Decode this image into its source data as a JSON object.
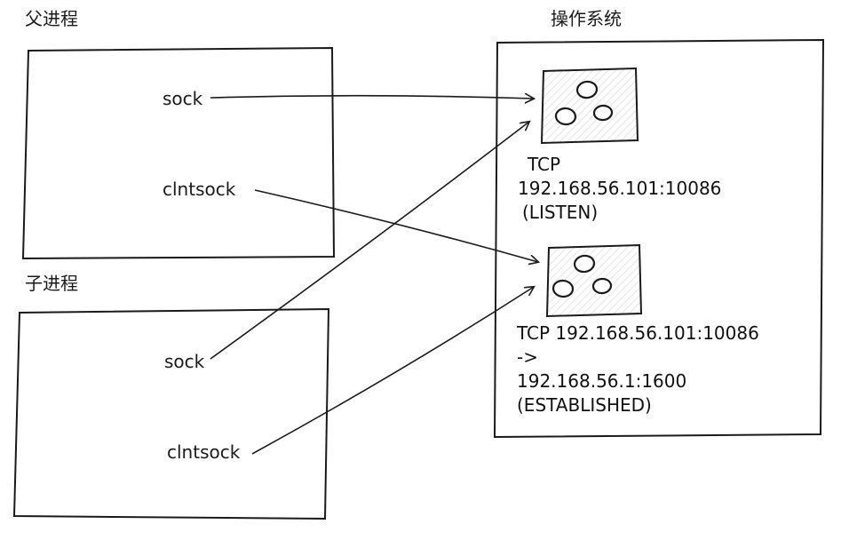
{
  "diagram": {
    "parent_process": {
      "title": "父进程",
      "sock_label": "sock",
      "clntsock_label": "clntsock"
    },
    "child_process": {
      "title": "子进程",
      "sock_label": "sock",
      "clntsock_label": "clntsock"
    },
    "os": {
      "title": "操作系统",
      "listen_socket": {
        "line1": "TCP",
        "line2": "192.168.56.101:10086",
        "line3": "(LISTEN)"
      },
      "established_socket": {
        "line1": "TCP 192.168.56.101:10086",
        "line2": "->",
        "line3": "192.168.56.1:1600",
        "line4": "(ESTABLISHED)"
      }
    },
    "colors": {
      "ink": "#1a1a1a",
      "hatch": "#d9d9d9",
      "background": "#ffffff"
    }
  }
}
